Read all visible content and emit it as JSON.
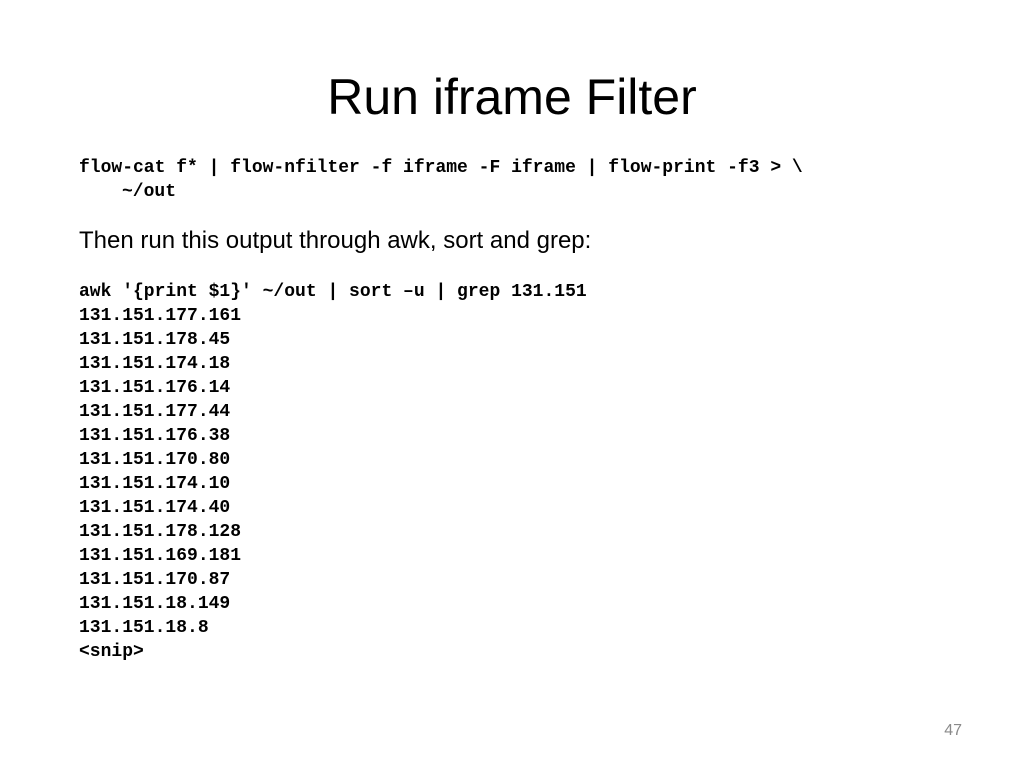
{
  "slide": {
    "title": "Run iframe Filter",
    "command1": {
      "line1": "flow-cat f* | flow-nfilter -f iframe -F iframe | flow-print -f3 > \\",
      "line2": "~/out"
    },
    "description": "Then run this output through awk, sort and grep:",
    "command2": "awk '{print $1}' ~/out | sort –u | grep 131.151",
    "output_lines": [
      "131.151.177.161",
      "131.151.178.45",
      "131.151.174.18",
      "131.151.176.14",
      "131.151.177.44",
      "131.151.176.38",
      "131.151.170.80",
      "131.151.174.10",
      "131.151.174.40",
      "131.151.178.128",
      "131.151.169.181",
      "131.151.170.87",
      "131.151.18.149",
      "131.151.18.8",
      "<snip>"
    ],
    "slide_number": "47"
  }
}
